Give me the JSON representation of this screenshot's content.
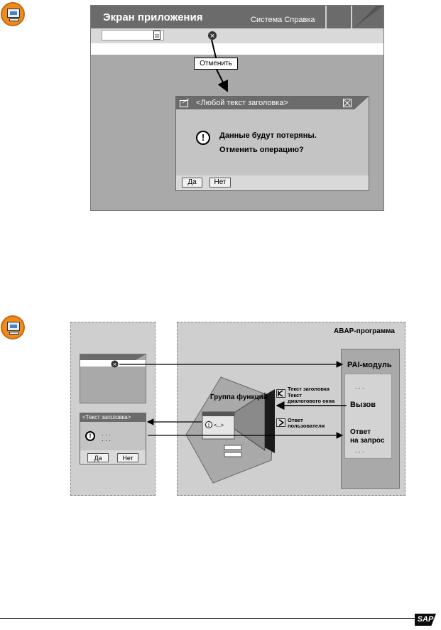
{
  "screen": {
    "title": "Экран приложения",
    "menu_system": "Система Справка",
    "callout": "Отменить"
  },
  "dialog": {
    "title": "<Любой текст заголовка>",
    "line1": "Данные будут потеряны.",
    "line2": "Отменить операцию?",
    "yes": "Да",
    "no": "Нет"
  },
  "diagram": {
    "abap_program": "ABAP-программа",
    "pai_module": "PAI-модуль",
    "ellipsis": ". . .",
    "call": "Вызов",
    "answer": "Ответ\nна запрос",
    "function_group": "Группа функций",
    "title_text": "Текст заголовка",
    "dialog_text": "Текст\nдиалогового окна",
    "user_answer": "Ответ\nпользователя",
    "mini_title": "<Текст заголовка>",
    "mini_dots": ". . .\n. . .",
    "fg_window_text": "<...>",
    "yes": "Да",
    "no": "Нет"
  },
  "brand": "SAP"
}
